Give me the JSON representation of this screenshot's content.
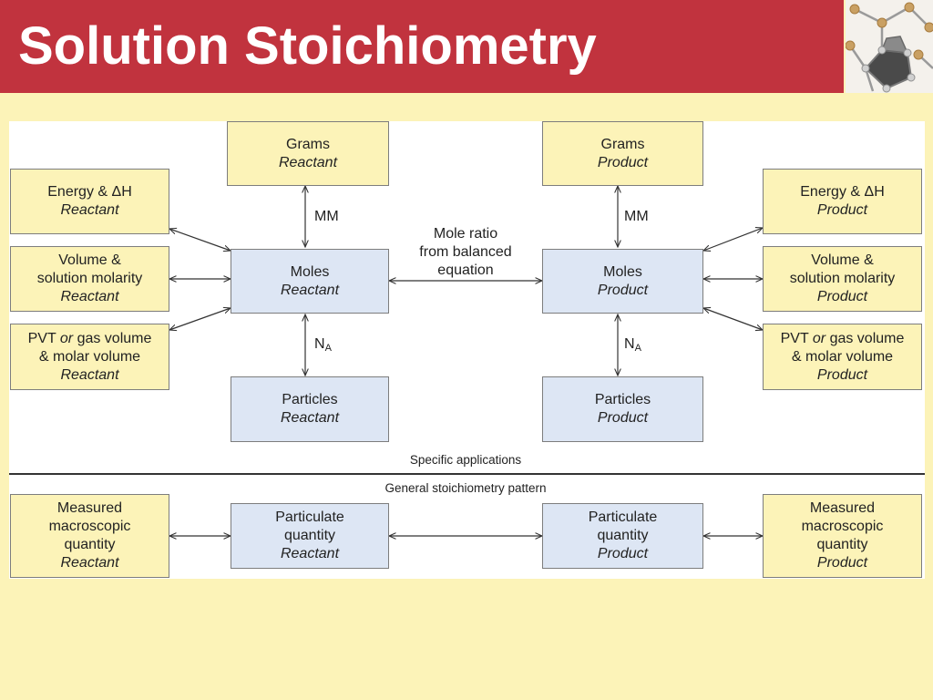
{
  "slide": {
    "title": "Solution Stoichiometry"
  },
  "diagram": {
    "grams_reactant": {
      "line1": "Grams",
      "line2": "Reactant"
    },
    "grams_product": {
      "line1": "Grams",
      "line2": "Product"
    },
    "energy_reactant": {
      "line1": "Energy & ΔH",
      "line2": "Reactant"
    },
    "energy_product": {
      "line1": "Energy & ΔH",
      "line2": "Product"
    },
    "volume_reactant": {
      "line1": "Volume &",
      "line2": "solution molarity",
      "line3": "Reactant"
    },
    "volume_product": {
      "line1": "Volume &",
      "line2": "solution molarity",
      "line3": "Product"
    },
    "pvt_reactant": {
      "pvt": "PVT",
      "or": "or",
      "gas": "gas volume",
      "line2": "& molar volume",
      "line3": "Reactant"
    },
    "pvt_product": {
      "pvt": "PVT",
      "or": "or",
      "gas": "gas volume",
      "line2": "& molar volume",
      "line3": "Product"
    },
    "moles_reactant": {
      "line1": "Moles",
      "line2": "Reactant"
    },
    "moles_product": {
      "line1": "Moles",
      "line2": "Product"
    },
    "particles_reactant": {
      "line1": "Particles",
      "line2": "Reactant"
    },
    "particles_product": {
      "line1": "Particles",
      "line2": "Product"
    },
    "mm_label": "MM",
    "na_label": {
      "n": "N",
      "sub": "A"
    },
    "mole_ratio": {
      "line1": "Mole ratio",
      "line2": "from balanced",
      "line3": "equation"
    },
    "specific_applications": "Specific applications",
    "general_pattern": "General stoichiometry pattern",
    "measured_reactant": {
      "line1": "Measured",
      "line2": "macroscopic",
      "line3": "quantity",
      "line4": "Reactant"
    },
    "measured_product": {
      "line1": "Measured",
      "line2": "macroscopic",
      "line3": "quantity",
      "line4": "Product"
    },
    "particulate_reactant": {
      "line1": "Particulate",
      "line2": "quantity",
      "line3": "Reactant"
    },
    "particulate_product": {
      "line1": "Particulate",
      "line2": "quantity",
      "line3": "Product"
    }
  }
}
